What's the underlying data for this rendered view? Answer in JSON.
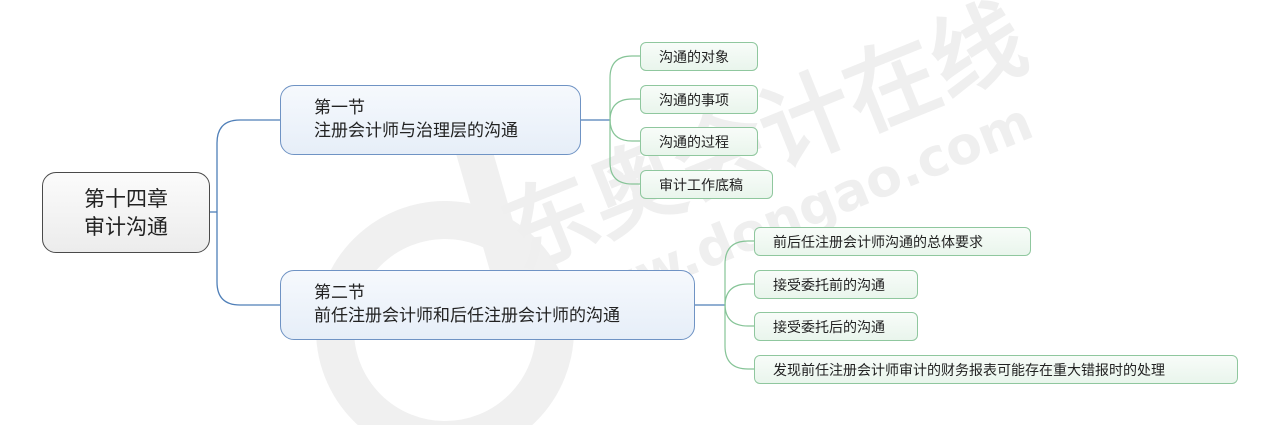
{
  "mindmap": {
    "root": {
      "line1": "第十四章",
      "line2": "审计沟通"
    },
    "sections": [
      {
        "line1": "第一节",
        "line2": "注册会计师与治理层的沟通",
        "children": [
          "沟通的对象",
          "沟通的事项",
          "沟通的过程",
          "审计工作底稿"
        ]
      },
      {
        "line1": "第二节",
        "line2": "前任注册会计师和后任注册会计师的沟通",
        "children": [
          "前后任注册会计师沟通的总体要求",
          "接受委托前的沟通",
          "接受委托后的沟通",
          "发现前任注册会计师审计的财务报表可能存在重大错报时的处理"
        ]
      }
    ]
  },
  "watermark": {
    "brand_text": "东奥会计在线",
    "url_text": "www.dongao.com"
  },
  "colors": {
    "root_border": "#4a4a4a",
    "section_border": "#6f93c4",
    "section_connector": "#4f7fb8",
    "leaf_border": "#8fc79e",
    "leaf_connector": "#86c497",
    "watermark": "#e6e6e6"
  }
}
